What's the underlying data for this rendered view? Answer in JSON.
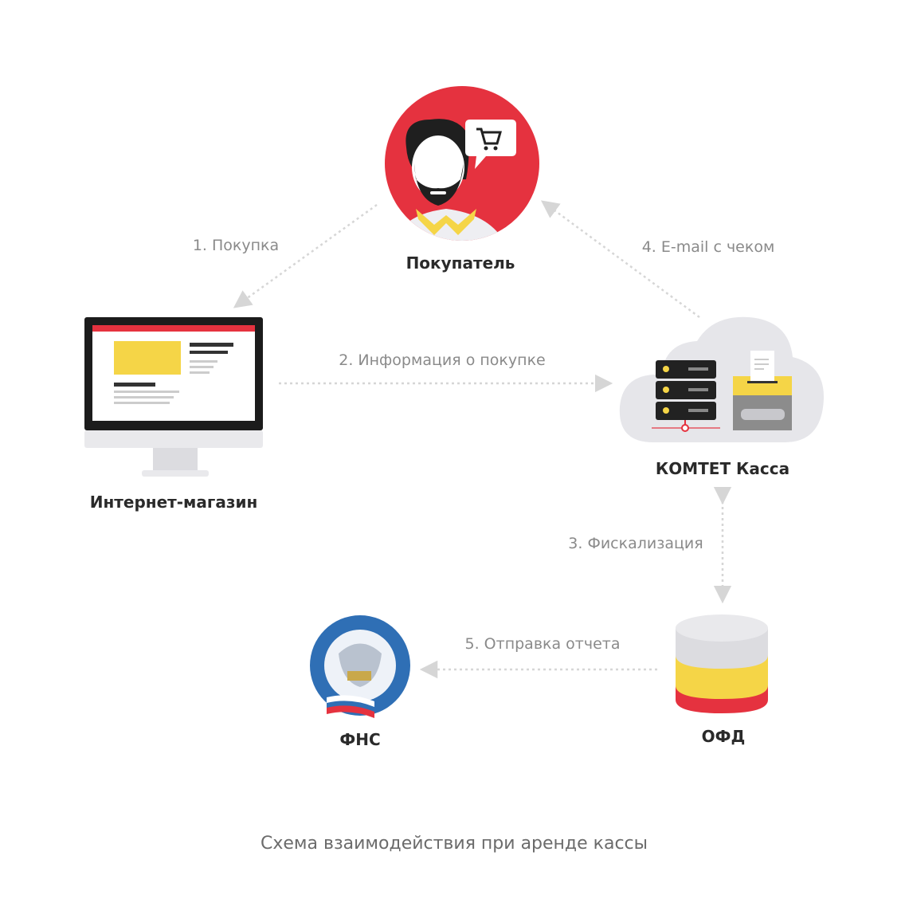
{
  "colors": {
    "red": "#e5323f",
    "yellow": "#f5d547",
    "dark": "#222222",
    "cloud": "#e6e6ea",
    "text_gray": "#8a8a8a",
    "fns_blue": "#2f6fb5"
  },
  "nodes": {
    "customer": "Покупатель",
    "shop": "Интернет-магазин",
    "komtet": "КОМТЕТ Касса",
    "ofd": "ОФД",
    "fns": "ФНС"
  },
  "steps": [
    "1. Покупка",
    "2. Информация о покупке",
    "3. Фискализация",
    "4. E-mail с чеком",
    "5. Отправка отчета"
  ],
  "caption": "Схема взаимодействия при аренде кассы"
}
